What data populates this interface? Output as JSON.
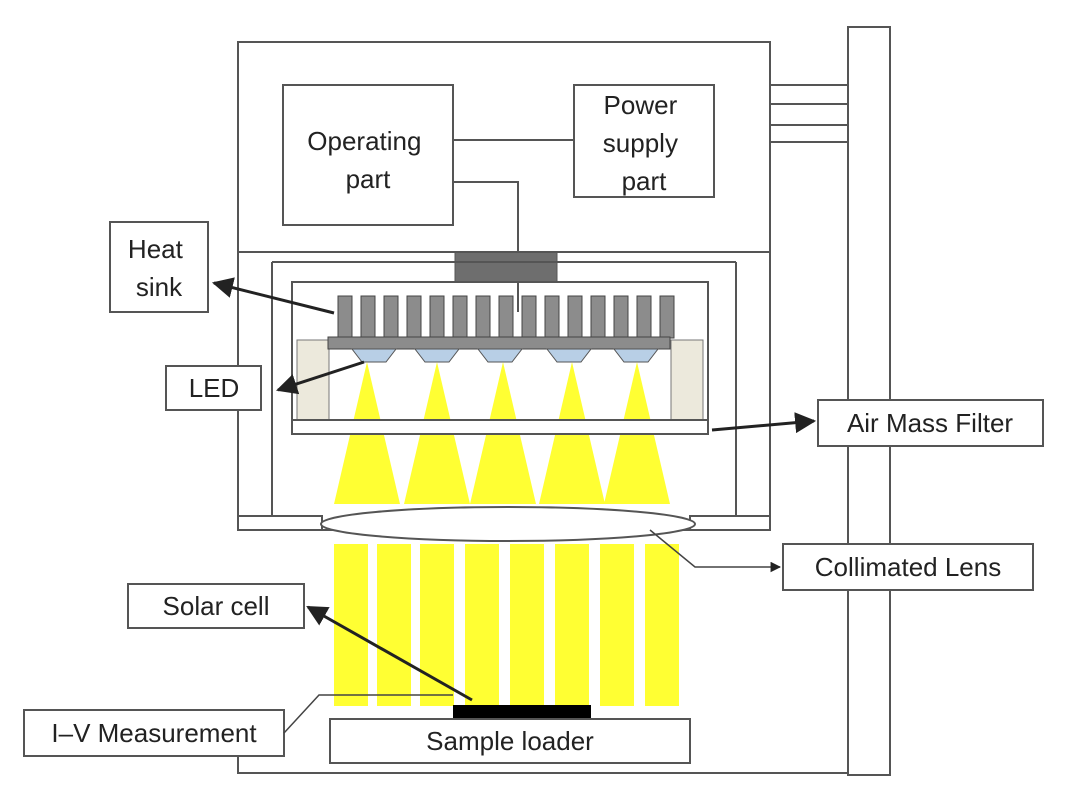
{
  "labels": {
    "operating_part": [
      "Operating",
      "part"
    ],
    "power_supply_part": [
      "Power",
      "supply",
      "part"
    ],
    "heat_sink": [
      "Heat",
      "sink"
    ],
    "led": "LED",
    "air_mass_filter": "Air Mass Filter",
    "collimated_lens": "Collimated Lens",
    "solar_cell": "Solar cell",
    "iv_measurement": "I–V Measurement",
    "sample_loader": "Sample loader"
  },
  "colors": {
    "light_beam": "#ffff33",
    "line": "#555555",
    "heat_sink_fill": "#8c8c8c",
    "led_fill": "#b8cfe6",
    "solar_cell_fill": "#000000",
    "side_panel_fill": "#ece9dc"
  }
}
